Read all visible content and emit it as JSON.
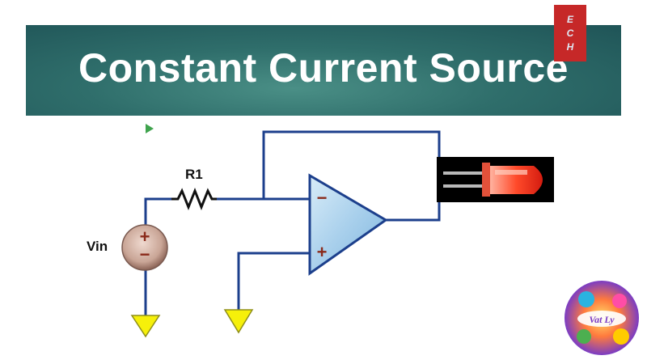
{
  "title": "Constant Current Source",
  "brand_tag": {
    "letters": [
      "E",
      "C",
      "H"
    ]
  },
  "logo": {
    "text": "Vat Ly"
  },
  "circuit": {
    "resistor_label": "R1",
    "source_label": "Vin",
    "opamp_inverting": "−",
    "opamp_noninverting": "+",
    "source_plus": "+",
    "source_minus": "−"
  },
  "colors": {
    "banner": "#2f6e6b",
    "wire": "#1c3f8c",
    "ground": "#f6f00a",
    "opamp_fill": "#b9daf0",
    "accent_red": "#c62828"
  }
}
